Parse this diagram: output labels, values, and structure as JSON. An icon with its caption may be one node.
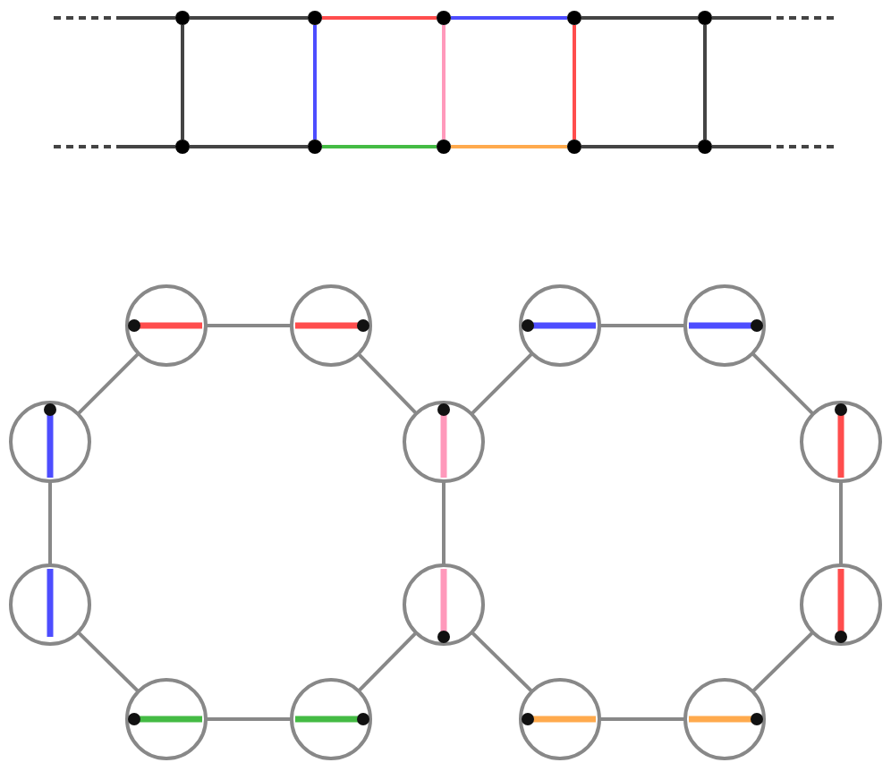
{
  "diagram": {
    "nodes": [
      {
        "text": [],
        "shape": "dot"
      },
      {
        "text": [],
        "shape": "dot"
      },
      {
        "text": [],
        "shape": "dot"
      },
      {
        "text": [],
        "shape": "dot"
      },
      {
        "text": [],
        "shape": "dot"
      },
      {
        "text": [],
        "shape": "dot"
      },
      {
        "text": [],
        "shape": "dot"
      },
      {
        "text": [],
        "shape": "dot"
      },
      {
        "text": [],
        "shape": "dot"
      },
      {
        "text": [],
        "shape": "dot"
      },
      {
        "text": [],
        "shape": "circle"
      },
      {
        "text": [],
        "shape": "circle"
      },
      {
        "text": [],
        "shape": "circle"
      },
      {
        "text": [],
        "shape": "circle"
      },
      {
        "text": [],
        "shape": "circle"
      },
      {
        "text": [],
        "shape": "circle"
      },
      {
        "text": [],
        "shape": "circle"
      },
      {
        "text": [],
        "shape": "circle"
      },
      {
        "text": [],
        "shape": "circle"
      },
      {
        "text": [],
        "shape": "circle"
      },
      {
        "text": [],
        "shape": "circle"
      },
      {
        "text": [],
        "shape": "circle"
      },
      {
        "text": [],
        "shape": "circle"
      },
      {
        "text": [],
        "shape": "circle"
      }
    ],
    "edges": [
      {
        "from": null,
        "to": 0,
        "arrow": "none",
        "style": "dashed",
        "color": "#444444"
      },
      {
        "from": 0,
        "to": 1,
        "arrow": "none",
        "color": "#444444"
      },
      {
        "from": 1,
        "to": 2,
        "arrow": "none",
        "color": "#ff4d4d"
      },
      {
        "from": 2,
        "to": 3,
        "arrow": "none",
        "color": "#4d4dff"
      },
      {
        "from": 3,
        "to": 4,
        "arrow": "none",
        "color": "#444444"
      },
      {
        "from": 4,
        "to": null,
        "arrow": "none",
        "style": "dashed",
        "color": "#444444"
      },
      {
        "from": null,
        "to": 5,
        "arrow": "none",
        "style": "dashed",
        "color": "#444444"
      },
      {
        "from": 5,
        "to": 6,
        "arrow": "none",
        "color": "#444444"
      },
      {
        "from": 6,
        "to": 7,
        "arrow": "none",
        "color": "#44bb44"
      },
      {
        "from": 7,
        "to": 8,
        "arrow": "none",
        "color": "#ffaa4d"
      },
      {
        "from": 8,
        "to": 9,
        "arrow": "none",
        "color": "#444444"
      },
      {
        "from": 9,
        "to": null,
        "arrow": "none",
        "style": "dashed",
        "color": "#444444"
      },
      {
        "from": 0,
        "to": 5,
        "arrow": "none",
        "color": "#444444"
      },
      {
        "from": 1,
        "to": 6,
        "arrow": "none",
        "color": "#4d4dff"
      },
      {
        "from": 2,
        "to": 7,
        "arrow": "none",
        "color": "#ff99bb"
      },
      {
        "from": 3,
        "to": 8,
        "arrow": "none",
        "color": "#ff4d4d"
      },
      {
        "from": 4,
        "to": 9,
        "arrow": "none",
        "color": "#444444"
      },
      {
        "from": 10,
        "to": 11,
        "arrow": "none"
      },
      {
        "from": 10,
        "to": 14,
        "arrow": "none"
      },
      {
        "from": 14,
        "to": 17,
        "arrow": "none"
      },
      {
        "from": 17,
        "to": 20,
        "arrow": "none"
      },
      {
        "from": 20,
        "to": 21,
        "arrow": "none"
      },
      {
        "from": 21,
        "to": 18,
        "arrow": "none"
      },
      {
        "from": 18,
        "to": 15,
        "arrow": "none"
      },
      {
        "from": 15,
        "to": 11,
        "arrow": "none"
      },
      {
        "from": 15,
        "to": 12,
        "arrow": "none"
      },
      {
        "from": 12,
        "to": 13,
        "arrow": "none"
      },
      {
        "from": 13,
        "to": 16,
        "arrow": "none"
      },
      {
        "from": 16,
        "to": 19,
        "arrow": "none"
      },
      {
        "from": 19,
        "to": 23,
        "arrow": "none"
      },
      {
        "from": 23,
        "to": 22,
        "arrow": "none"
      },
      {
        "from": 22,
        "to": 18,
        "arrow": "none"
      }
    ]
  }
}
